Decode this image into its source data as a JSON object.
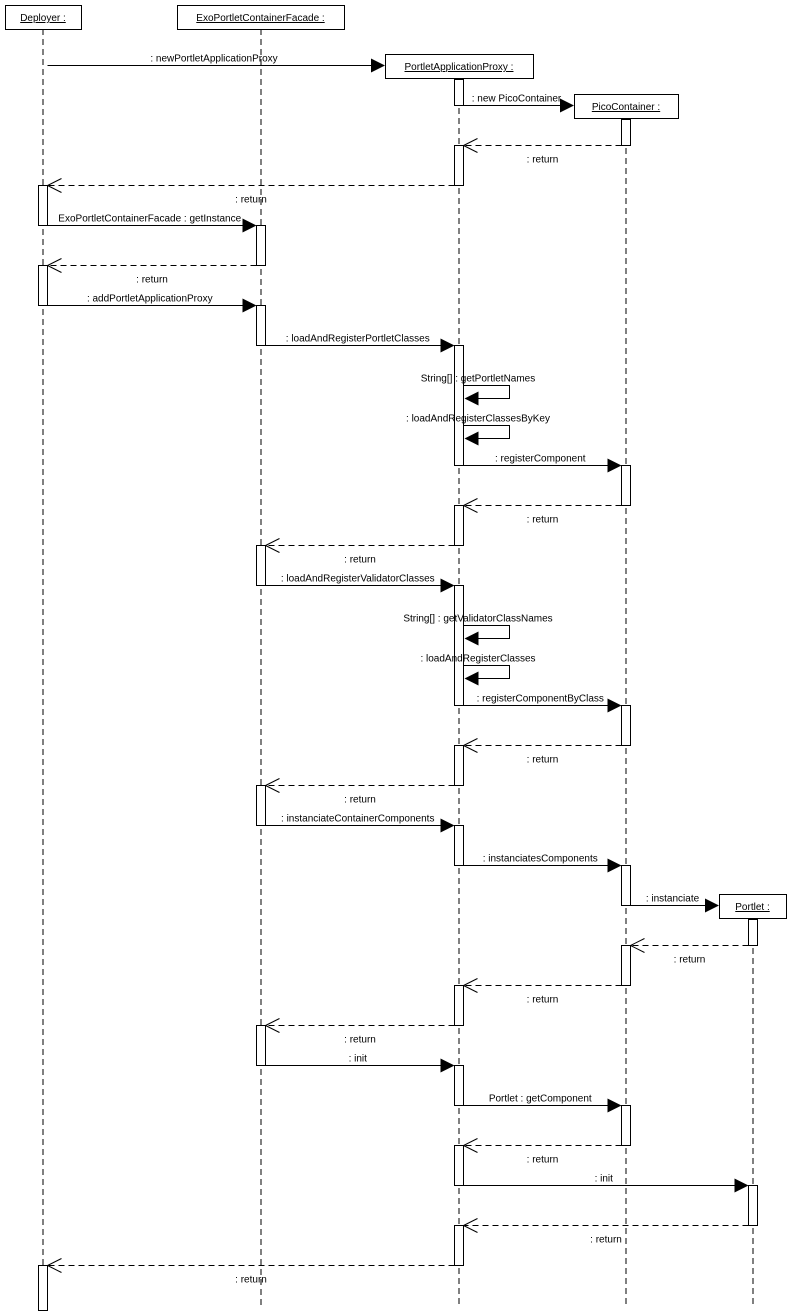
{
  "diagram": {
    "type": "uml-sequence",
    "lifelines": [
      {
        "id": "deployer",
        "name": "Deployer :"
      },
      {
        "id": "facade",
        "name": "ExoPortletContainerFacade :"
      },
      {
        "id": "proxy",
        "name": "PortletApplicationProxy :"
      },
      {
        "id": "pico",
        "name": "PicoContainer :"
      },
      {
        "id": "portlet",
        "name": "Portlet :"
      }
    ],
    "messages": [
      {
        "from": "deployer",
        "to": "proxy",
        "kind": "create",
        "label": ": newPortletApplicationProxy"
      },
      {
        "from": "proxy",
        "to": "pico",
        "kind": "create",
        "label": ": new PicoContainer"
      },
      {
        "from": "pico",
        "to": "proxy",
        "kind": "return",
        "label": ": return"
      },
      {
        "from": "proxy",
        "to": "deployer",
        "kind": "return",
        "label": ": return"
      },
      {
        "from": "deployer",
        "to": "facade",
        "kind": "call",
        "label": "ExoPortletContainerFacade : getInstance"
      },
      {
        "from": "facade",
        "to": "deployer",
        "kind": "return",
        "label": ": return"
      },
      {
        "from": "deployer",
        "to": "facade",
        "kind": "call",
        "label": ": addPortletApplicationProxy"
      },
      {
        "from": "facade",
        "to": "proxy",
        "kind": "call",
        "label": ": loadAndRegisterPortletClasses"
      },
      {
        "from": "proxy",
        "to": "proxy",
        "kind": "self",
        "label": "String[] : getPortletNames"
      },
      {
        "from": "proxy",
        "to": "proxy",
        "kind": "self",
        "label": ": loadAndRegisterClassesByKey"
      },
      {
        "from": "proxy",
        "to": "pico",
        "kind": "call",
        "label": ": registerComponent"
      },
      {
        "from": "pico",
        "to": "proxy",
        "kind": "return",
        "label": ": return"
      },
      {
        "from": "proxy",
        "to": "facade",
        "kind": "return",
        "label": ": return"
      },
      {
        "from": "facade",
        "to": "proxy",
        "kind": "call",
        "label": ": loadAndRegisterValidatorClasses"
      },
      {
        "from": "proxy",
        "to": "proxy",
        "kind": "self",
        "label": "String[] : getValidatorClassNames"
      },
      {
        "from": "proxy",
        "to": "proxy",
        "kind": "self",
        "label": ": loadAndRegisterClasses"
      },
      {
        "from": "proxy",
        "to": "pico",
        "kind": "call",
        "label": ": registerComponentByClass"
      },
      {
        "from": "pico",
        "to": "proxy",
        "kind": "return",
        "label": ": return"
      },
      {
        "from": "proxy",
        "to": "facade",
        "kind": "return",
        "label": ": return"
      },
      {
        "from": "facade",
        "to": "proxy",
        "kind": "call",
        "label": ": instanciateContainerComponents"
      },
      {
        "from": "proxy",
        "to": "pico",
        "kind": "call",
        "label": ": instanciatesComponents"
      },
      {
        "from": "pico",
        "to": "portlet",
        "kind": "create",
        "label": ": instanciate"
      },
      {
        "from": "portlet",
        "to": "pico",
        "kind": "return",
        "label": ": return"
      },
      {
        "from": "pico",
        "to": "proxy",
        "kind": "return",
        "label": ": return"
      },
      {
        "from": "proxy",
        "to": "facade",
        "kind": "return",
        "label": ": return"
      },
      {
        "from": "facade",
        "to": "proxy",
        "kind": "call",
        "label": ": init"
      },
      {
        "from": "proxy",
        "to": "pico",
        "kind": "call",
        "label": "Portlet : getComponent"
      },
      {
        "from": "pico",
        "to": "proxy",
        "kind": "return",
        "label": ": return"
      },
      {
        "from": "proxy",
        "to": "portlet",
        "kind": "call",
        "label": ": init"
      },
      {
        "from": "portlet",
        "to": "proxy",
        "kind": "return",
        "label": ": return"
      },
      {
        "from": "proxy",
        "to": "deployer",
        "kind": "return",
        "label": ": return"
      }
    ]
  }
}
